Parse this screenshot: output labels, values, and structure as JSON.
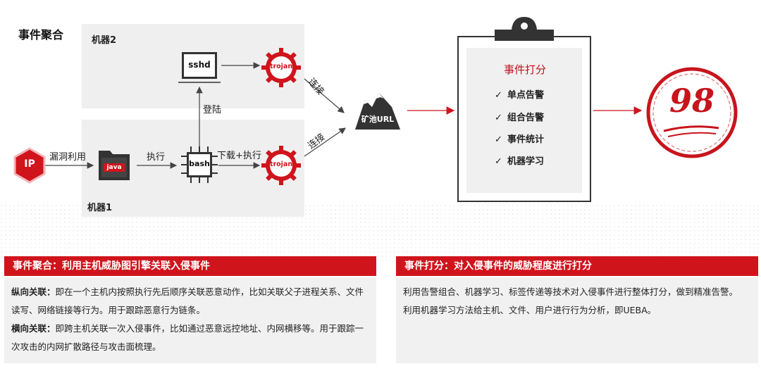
{
  "section_title": "事件聚合",
  "machine2_label": "机器2",
  "machine1_label": "机器1",
  "nodes": {
    "ip": "IP",
    "java": "java",
    "sshd": "sshd",
    "bash": "bash",
    "trojan_top": "trojan",
    "trojan_bottom": "trojan",
    "mining": "矿池URL"
  },
  "edges": {
    "vuln": "漏洞利用",
    "exec": "执行",
    "login": "登陆",
    "download_exec": "下载+执行",
    "connect_top": "连接",
    "connect_bottom": "连接"
  },
  "scoring": {
    "title": "事件打分",
    "items": [
      "单点告警",
      "组合告警",
      "事件统计",
      "机器学习"
    ],
    "score": "98"
  },
  "left_panel": {
    "header": "事件聚合：利用主机威胁图引擎关联入侵事件",
    "p1_bold": "纵向关联：",
    "p1_text": "即在一个主机内按照执行先后顺序关联恶意动作，比如关联父子进程关系、文件读写、网络链接等行为。用于跟踪恶意行为链条。",
    "p2_bold": "横向关联：",
    "p2_text": "即跨主机关联一次入侵事件，比如通过恶意远控地址、内网横移等。用于跟踪一次攻击的内网扩散路径与攻击面梳理。"
  },
  "right_panel": {
    "header": "事件打分：对入侵事件的威胁程度进行打分",
    "p1": "利用告警组合、机器学习、标签传递等技术对入侵事件进行整体打分，做到精准告警。",
    "p2": "利用机器学习方法给主机、文件、用户进行行为分析，即UEBA。"
  },
  "colors": {
    "accent": "#d0141c",
    "machine_bg": "#efefef",
    "dark": "#333333"
  }
}
